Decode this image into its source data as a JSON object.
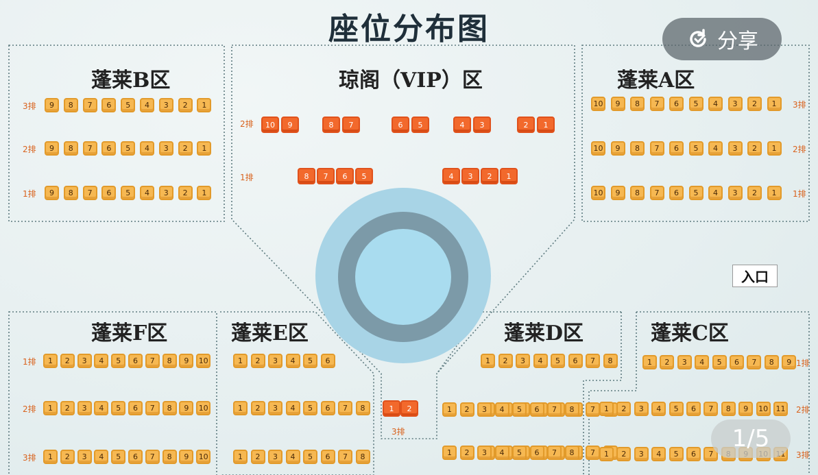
{
  "title": "座位分布图",
  "share_label": "分享",
  "share_icon": "share-icon",
  "entrance_label": "入口",
  "pager_label": "1/5",
  "colors": {
    "seat": "#f6b852",
    "vip_seat": "#f2692c",
    "row_label": "#d9621d",
    "stage_ring": "#a8d4e6"
  },
  "zones": {
    "B": {
      "name": "蓬莱B区",
      "rows": [
        {
          "label": "3排",
          "seats": [
            "9",
            "8",
            "7",
            "6",
            "5",
            "4",
            "3",
            "2",
            "1"
          ]
        },
        {
          "label": "2排",
          "seats": [
            "9",
            "8",
            "7",
            "6",
            "5",
            "4",
            "3",
            "2",
            "1"
          ]
        },
        {
          "label": "1排",
          "seats": [
            "9",
            "8",
            "7",
            "6",
            "5",
            "4",
            "3",
            "2",
            "1"
          ]
        }
      ]
    },
    "VIP": {
      "name": "琼阁（VIP）区",
      "rows": [
        {
          "label": "2排",
          "seats": [
            "10",
            "9",
            "8",
            "7",
            "6",
            "5",
            "4",
            "3",
            "2",
            "1"
          ]
        },
        {
          "label": "1排",
          "seats": [
            "8",
            "7",
            "6",
            "5",
            "4",
            "3",
            "2",
            "1"
          ]
        }
      ]
    },
    "A": {
      "name": "蓬莱A区",
      "rows": [
        {
          "label": "3排",
          "seats": [
            "10",
            "9",
            "8",
            "7",
            "6",
            "5",
            "4",
            "3",
            "2",
            "1"
          ]
        },
        {
          "label": "2排",
          "seats": [
            "10",
            "9",
            "8",
            "7",
            "6",
            "5",
            "4",
            "3",
            "2",
            "1"
          ]
        },
        {
          "label": "1排",
          "seats": [
            "10",
            "9",
            "8",
            "7",
            "6",
            "5",
            "4",
            "3",
            "2",
            "1"
          ]
        }
      ]
    },
    "F": {
      "name": "蓬莱F区",
      "rows": [
        {
          "label": "1排",
          "seats": [
            "1",
            "2",
            "3",
            "4",
            "5",
            "6",
            "7",
            "8",
            "9",
            "10"
          ]
        },
        {
          "label": "2排",
          "seats": [
            "1",
            "2",
            "3",
            "4",
            "5",
            "6",
            "7",
            "8",
            "9",
            "10"
          ]
        },
        {
          "label": "3排",
          "seats": [
            "1",
            "2",
            "3",
            "4",
            "5",
            "6",
            "7",
            "8",
            "9",
            "10"
          ]
        }
      ]
    },
    "E": {
      "name": "蓬莱E区",
      "rows": [
        {
          "seats": [
            "1",
            "2",
            "3",
            "4",
            "5",
            "6"
          ]
        },
        {
          "seats": [
            "1",
            "2",
            "3",
            "4",
            "5",
            "6",
            "7",
            "8"
          ]
        },
        {
          "seats": [
            "1",
            "2",
            "3",
            "4",
            "5",
            "6",
            "7",
            "8"
          ]
        }
      ]
    },
    "center": {
      "rows": [
        {
          "label": "3排",
          "seats": [
            "1",
            "2"
          ]
        }
      ]
    },
    "D": {
      "name": "蓬莱D区",
      "rows": [
        {
          "seats": [
            "1",
            "2",
            "3",
            "4",
            "5",
            "6",
            "7",
            "8"
          ]
        },
        {
          "seats": [
            "1",
            "2",
            "3",
            "4",
            "5",
            "6",
            "7",
            "8"
          ]
        },
        {
          "seats": [
            "1",
            "2",
            "3",
            "4",
            "5",
            "6",
            "7",
            "8"
          ]
        }
      ]
    },
    "C": {
      "name": "蓬莱C区",
      "rows": [
        {
          "label": "1排",
          "seats": [
            "1",
            "2",
            "3",
            "4",
            "5",
            "6",
            "7",
            "8",
            "9"
          ]
        },
        {
          "label": "2排",
          "seats": [
            "1",
            "2",
            "3",
            "4",
            "5",
            "6",
            "7",
            "8",
            "9",
            "10",
            "11"
          ]
        },
        {
          "label": "3排",
          "seats": [
            "1",
            "2",
            "3",
            "4",
            "5",
            "6",
            "7",
            "8",
            "9",
            "10",
            "11"
          ]
        }
      ]
    }
  }
}
